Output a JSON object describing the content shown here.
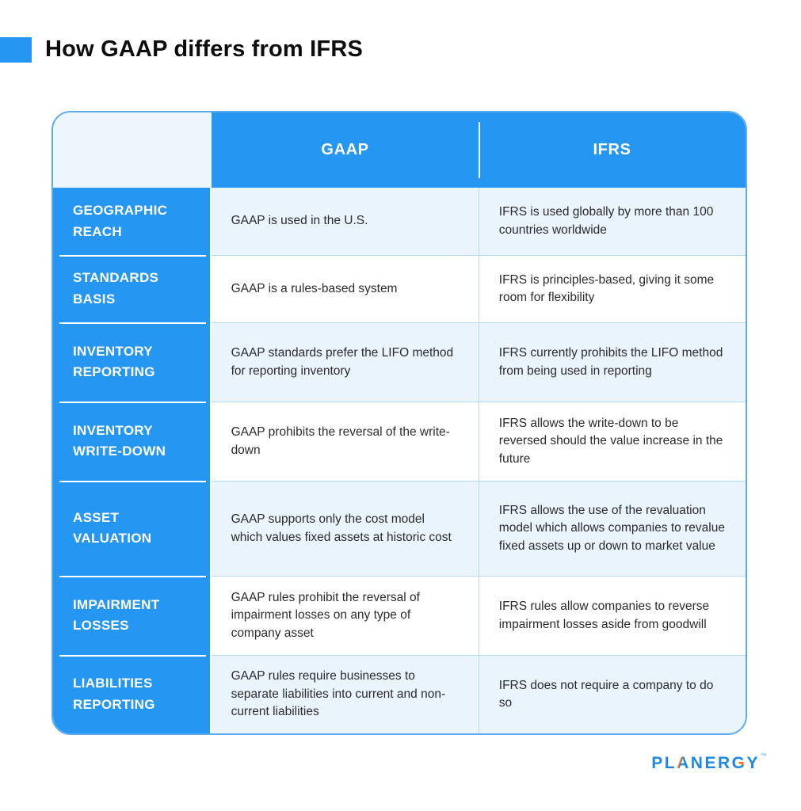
{
  "title": {
    "text": "How GAAP differs from IFRS"
  },
  "colors": {
    "brand_blue": "#2596F2",
    "light_cell": "#EAF4FC",
    "corner_cell": "#EDF6FD",
    "table_border": "#5BACEE",
    "body_divider": "#B5D9F6",
    "logo_blue": "#1E88E5",
    "logo_orange": "#F4731F"
  },
  "table": {
    "columns": [
      "GAAP",
      "IFRS"
    ],
    "rows": [
      {
        "label": "GEOGRAPHIC REACH",
        "gaap": "GAAP is used in the U.S.",
        "ifrs": "IFRS is used globally by more than 100 countries worldwide"
      },
      {
        "label": "STANDARDS BASIS",
        "gaap": "GAAP is a rules-based system",
        "ifrs": "IFRS is principles-based, giving it some room for flexibility"
      },
      {
        "label": "INVENTORY REPORTING",
        "gaap": "GAAP standards prefer the LIFO method for reporting inventory",
        "ifrs": "IFRS currently prohibits the LIFO method from being used in reporting"
      },
      {
        "label": "INVENTORY WRITE-DOWN",
        "gaap": "GAAP prohibits the reversal of the write-down",
        "ifrs": "IFRS allows the write-down to be reversed should the value increase in the future"
      },
      {
        "label": "ASSET VALUATION",
        "gaap": "GAAP supports only the cost model which values fixed assets at historic cost",
        "ifrs": "IFRS allows the use of the revaluation model which allows companies to revalue fixed assets up or down to market value"
      },
      {
        "label": "IMPAIRMENT LOSSES",
        "gaap": "GAAP rules prohibit the reversal of impairment losses on any type of company asset",
        "ifrs": "IFRS rules allow companies to reverse impairment losses aside from goodwill"
      },
      {
        "label": "LIABILITIES REPORTING",
        "gaap": "GAAP rules require businesses to separate liabilities into current and non-current liabilities",
        "ifrs": "IFRS does not require a company to do so"
      }
    ]
  },
  "logo": {
    "part1": "PL",
    "part_a": "A",
    "part2": "NER",
    "part_g": "G",
    "part3": "Y",
    "trademark": "™"
  }
}
